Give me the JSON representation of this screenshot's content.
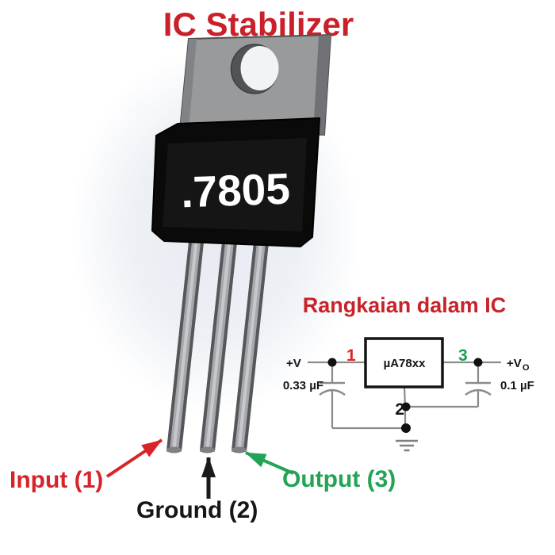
{
  "title": "IC Stabilizer",
  "package": {
    "marking": ".7805"
  },
  "pins": [
    {
      "label": "Input (1)",
      "pin_number": "1",
      "color": "#d8232a"
    },
    {
      "label": "Ground (2)",
      "pin_number": "2",
      "color": "#161616"
    },
    {
      "label": "Output (3)",
      "pin_number": "3",
      "color": "#23a455"
    }
  ],
  "circuit": {
    "title": "Rangkaian dalam IC",
    "chip_label": "µA78xx",
    "input_voltage_label": "+V",
    "output_voltage_label": "+V",
    "output_voltage_subscript": "O",
    "input_capacitor": "0.33 µF",
    "output_capacitor": "0.1 µF",
    "pin1": "1",
    "pin2": "2",
    "pin3": "3"
  },
  "colors": {
    "red": "#c9222a",
    "green": "#23a455",
    "tab_gray": "#999a9c",
    "leg_gray": "#a4a6a9",
    "body_black": "#0a0a0a",
    "wire_gray": "#8a8b8d"
  }
}
